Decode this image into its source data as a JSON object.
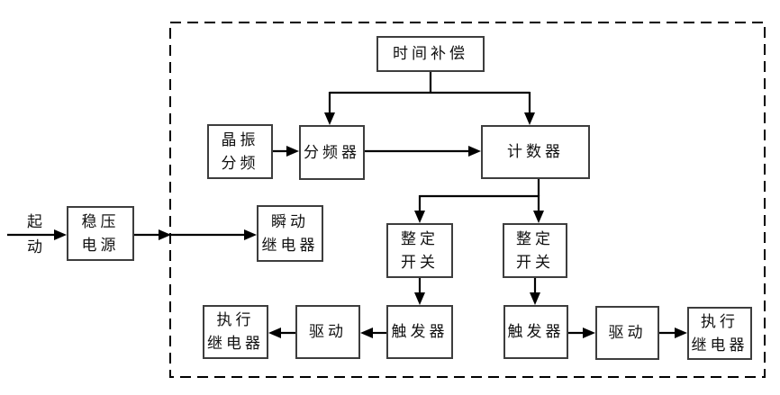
{
  "diagram": {
    "background": "#ffffff",
    "colors": {
      "connector": "#000000",
      "box_border": "#3d3d3d",
      "text": "#111111"
    },
    "start_label": "起\n动",
    "blocks": {
      "time_compensation": "时间补偿",
      "crystal_divider": "晶振\n分频",
      "frequency_divider": "分频器",
      "counter": "计数器",
      "voltage_regulator": "稳压\n电源",
      "instant_relay": "瞬动\n继电器",
      "setting_switch_left": "整定\n开关",
      "setting_switch_right": "整定\n开关",
      "trigger_left": "触发器",
      "trigger_right": "触发器",
      "driver_left": "驱动",
      "driver_right": "驱动",
      "exec_relay_left": "执行\n继电器",
      "exec_relay_right": "执行\n继电器"
    }
  }
}
